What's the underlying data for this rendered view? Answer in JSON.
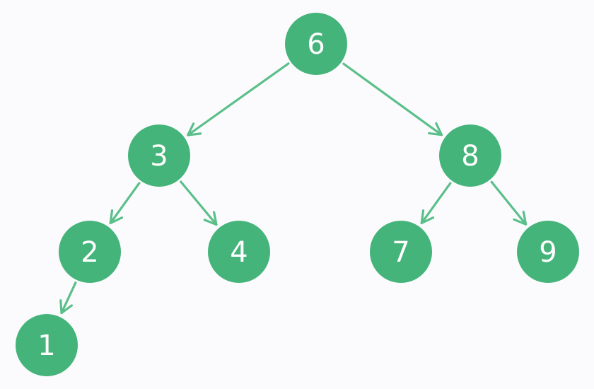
{
  "colors": {
    "node_fill": "#45b47a",
    "edge": "#5bbf8a",
    "label": "#ffffff",
    "background": "#fbfbfd"
  },
  "tree": {
    "nodes": [
      {
        "id": "n6",
        "label": "6"
      },
      {
        "id": "n3",
        "label": "3"
      },
      {
        "id": "n8",
        "label": "8"
      },
      {
        "id": "n2",
        "label": "2"
      },
      {
        "id": "n4",
        "label": "4"
      },
      {
        "id": "n7",
        "label": "7"
      },
      {
        "id": "n9",
        "label": "9"
      },
      {
        "id": "n1",
        "label": "1"
      }
    ],
    "edges": [
      {
        "from": "n6",
        "to": "n3"
      },
      {
        "from": "n6",
        "to": "n8"
      },
      {
        "from": "n3",
        "to": "n2"
      },
      {
        "from": "n3",
        "to": "n4"
      },
      {
        "from": "n8",
        "to": "n7"
      },
      {
        "from": "n8",
        "to": "n9"
      },
      {
        "from": "n2",
        "to": "n1"
      }
    ]
  }
}
